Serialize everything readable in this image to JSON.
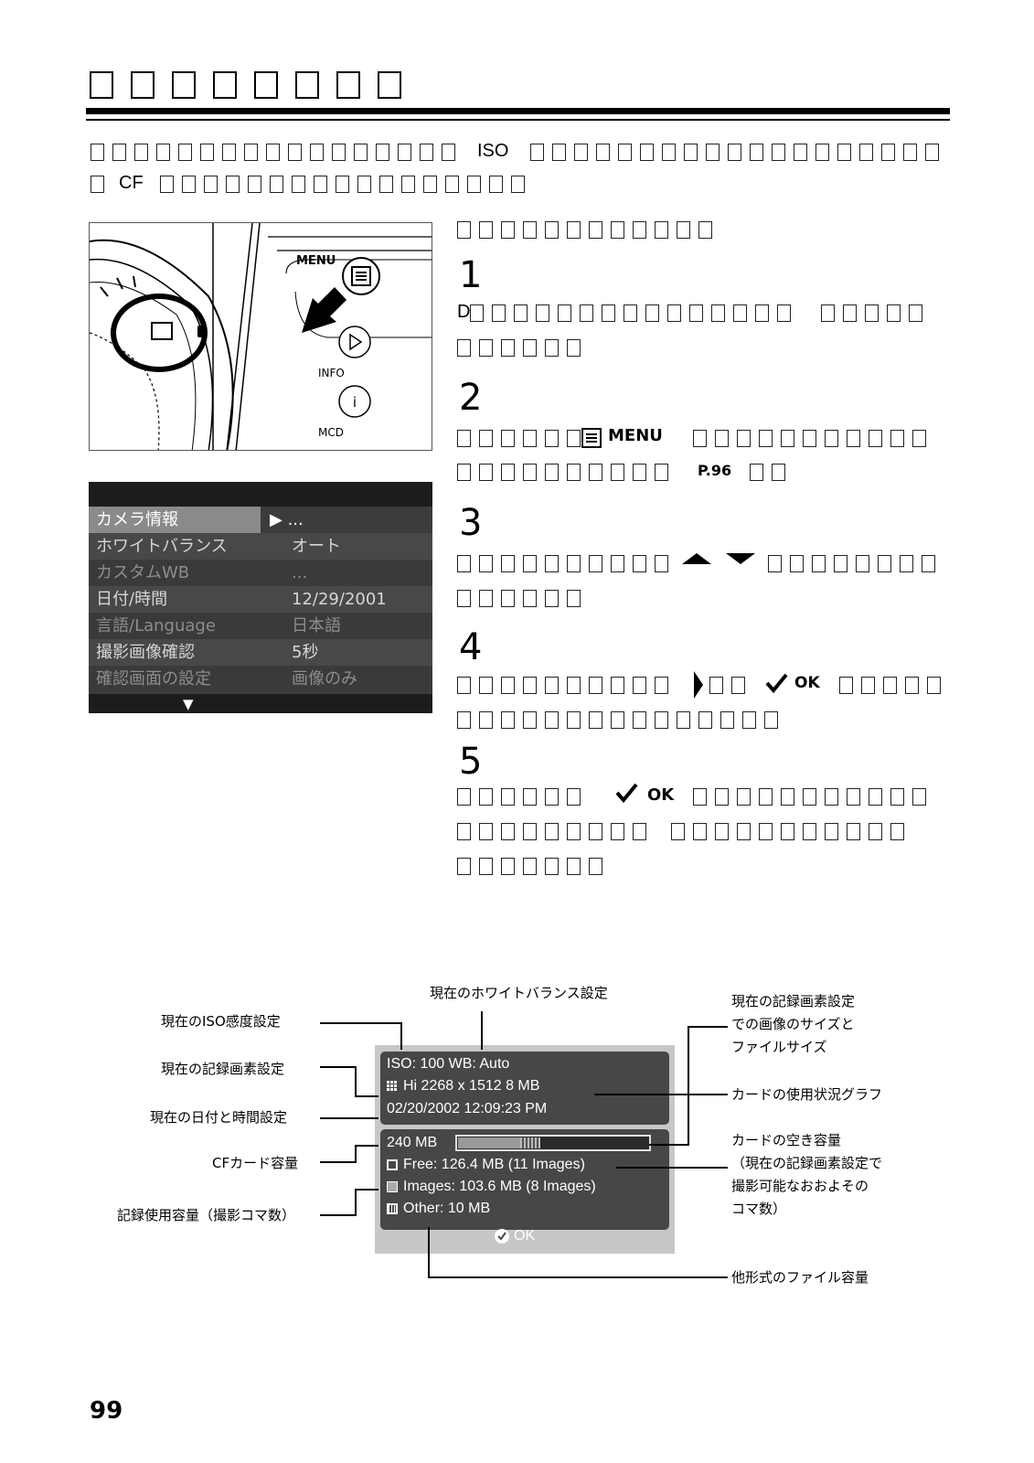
{
  "intro": {
    "iso": "ISO",
    "cf": "CF"
  },
  "steps": [
    {
      "number": "1",
      "lead": "D"
    },
    {
      "number": "2",
      "menu_label": "MENU",
      "page_ref": "P.96"
    },
    {
      "number": "3"
    },
    {
      "number": "4",
      "ok_label": "OK"
    },
    {
      "number": "5",
      "ok_label": "OK"
    }
  ],
  "camera": {
    "menu_label": "MENU",
    "info_label": "INFO",
    "mcd_label": "MCD"
  },
  "menu_screen": {
    "rows": [
      {
        "label": "カメラ情報",
        "value": "▶ ..."
      },
      {
        "label": "ホワイトバランス",
        "value": "オート"
      },
      {
        "label": "カスタムWB",
        "value": "..."
      },
      {
        "label": "日付/時間",
        "value": "12/29/2001"
      },
      {
        "label": "言語/Language",
        "value": "日本語"
      },
      {
        "label": "撮影画像確認",
        "value": "5秒"
      },
      {
        "label": "確認画面の設定",
        "value": "画像のみ"
      }
    ],
    "more_arrow": "▼"
  },
  "info_screen": {
    "line1": "ISO: 100   WB: Auto",
    "line2": "Hi   2268 x 1512   8 MB",
    "line3": "02/20/2002   12:09:23 PM",
    "capacity": "240 MB",
    "free": "Free: 126.4 MB (11 Images)",
    "images": "Images: 103.6 MB (8 Images)",
    "other": "Other: 10 MB",
    "ok": "OK"
  },
  "callouts": {
    "wb": "現在のホワイトバランス設定",
    "iso": "現在のISO感度設定",
    "quality": "現在の記録画素設定",
    "datetime": "現在の日付と時間設定",
    "cf_capacity": "CFカード容量",
    "used": "記録使用容量（撮影コマ数）",
    "size_1": "現在の記録画素設定",
    "size_2": "での画像のサイズと",
    "size_3": "ファイルサイズ",
    "usage_graph": "カードの使用状況グラフ",
    "free_1": "カードの空き容量",
    "free_2": "（現在の記録画素設定で",
    "free_3": "撮影可能なおおよその",
    "free_4": "コマ数）",
    "other_files": "他形式のファイル容量"
  },
  "page_number": "99"
}
